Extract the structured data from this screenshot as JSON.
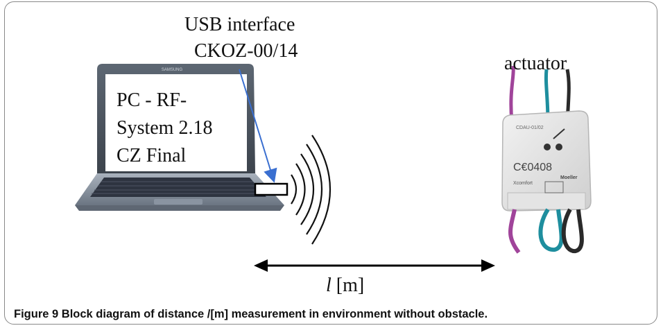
{
  "usb_label": {
    "line1": "USB interface",
    "line2": "CKOZ-00/14"
  },
  "actuator_label": "actuator",
  "pc_screen": {
    "line1": "PC - RF-",
    "line2": "System 2.18",
    "line3": "CZ Final"
  },
  "device_markings": {
    "ce": "C€0408",
    "brand": "Moeller",
    "model": "CDAU-01/02",
    "comfort": "Xcomfort"
  },
  "distance": {
    "symbol": "l",
    "unit": "[m]"
  },
  "caption": {
    "figure_label": "Figure 9",
    "text": "Block diagram of distance /[m] measurement in environment without obstacle."
  },
  "colors": {
    "arrow_blue": "#3a6fd0",
    "laptop_body": "#7b8796",
    "wire_purple": "#a0449a",
    "wire_teal": "#1e8e9e",
    "wire_black": "#2a2a2a"
  }
}
